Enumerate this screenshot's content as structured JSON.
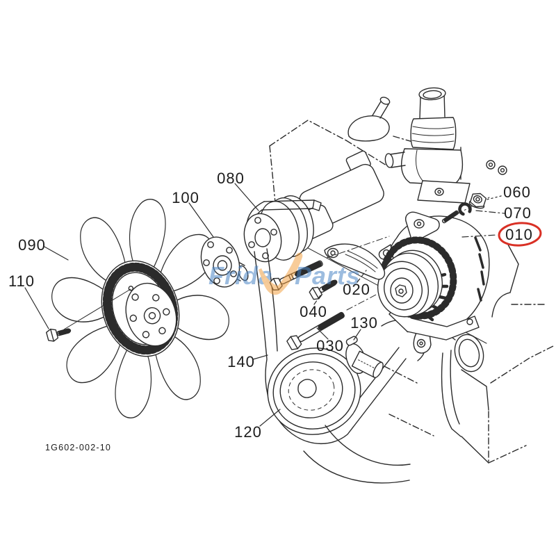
{
  "diagram": {
    "type": "exploded-parts-diagram",
    "figure_code": "1G602-002-10",
    "watermark": {
      "left": "Frida",
      "right": "Parts",
      "full": "FridayParts"
    },
    "colors": {
      "background": "#ffffff",
      "line": "#2b2b2b",
      "label": "#1c1c1c",
      "highlight": "#d93025",
      "watermark_blue": "#4d86c6",
      "watermark_orange": "#f09d3c"
    },
    "labels": [
      {
        "id": "090",
        "text": "090",
        "highlighted": false
      },
      {
        "id": "110",
        "text": "110",
        "highlighted": false
      },
      {
        "id": "100",
        "text": "100",
        "highlighted": false
      },
      {
        "id": "080",
        "text": "080",
        "highlighted": false
      },
      {
        "id": "060",
        "text": "060",
        "highlighted": false
      },
      {
        "id": "070",
        "text": "070",
        "highlighted": false
      },
      {
        "id": "010",
        "text": "010",
        "highlighted": true
      },
      {
        "id": "020",
        "text": "020",
        "highlighted": false
      },
      {
        "id": "040",
        "text": "040",
        "highlighted": false
      },
      {
        "id": "030",
        "text": "030",
        "highlighted": false
      },
      {
        "id": "130",
        "text": "130",
        "highlighted": false
      },
      {
        "id": "140",
        "text": "140",
        "highlighted": false
      },
      {
        "id": "120",
        "text": "120",
        "highlighted": false
      }
    ]
  }
}
